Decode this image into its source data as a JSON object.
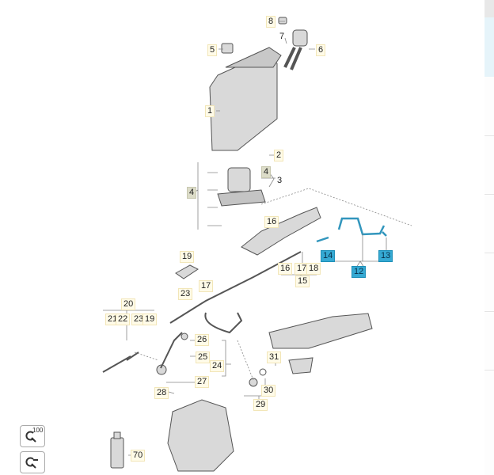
{
  "diagram": {
    "labels": [
      "8",
      "7",
      "6",
      "5",
      "1",
      "2",
      "4",
      "3",
      "4",
      "16",
      "19",
      "14",
      "13",
      "12",
      "16",
      "17",
      "18",
      "15",
      "17",
      "23",
      "20",
      "21",
      "22",
      "23",
      "19",
      "26",
      "25",
      "24",
      "31",
      "27",
      "28",
      "30",
      "29",
      "70"
    ]
  },
  "zoom_controls": {
    "zoom_100_label": "100"
  },
  "colors": {
    "highlight": "#35a9d3",
    "label_bg": "#fffbe8",
    "group_label_bg": "#dcdcc8"
  }
}
